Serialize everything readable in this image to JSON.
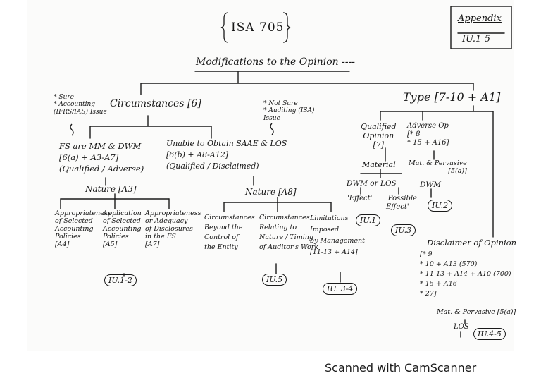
{
  "title": "ISA 705",
  "appendix": {
    "label": "Appendix",
    "ref": "IU.1-5"
  },
  "heading": "Modifications to the Opinion ----",
  "circumstances": {
    "label": "Circumstances [6]",
    "note_left": "* Sure\n* Accounting\n(IFRS/IAS) Issue",
    "note_right": "* Not Sure\n* Auditing (ISA)\nIssue",
    "branch_left": {
      "text": "FS are MM & DWM\n[6(a) + A3-A7]\n(Qualified / Adverse)",
      "nature": "Nature [A3]",
      "items": [
        {
          "text": "Appropriateness\nof Selected\nAccounting\nPolicies\n[A4]"
        },
        {
          "text": "Application\nof Selected\nAccounting\nPolicies\n[A5]"
        },
        {
          "text": "Appropriateness\nor Adequacy\nof Disclosures\nin the FS\n[A7]"
        }
      ],
      "tag": "IU.1-2"
    },
    "branch_right": {
      "text": "Unable to Obtain SAAE & LOS\n[6(b) + A8-A12]\n(Qualified / Disclaimed)",
      "nature": "Nature [A8]",
      "items": [
        {
          "text": "Circumstances\nBeyond the\nControl of\nthe Entity"
        },
        {
          "text": "Circumstances\nRelating to\nNature / Timing\nof Auditor's Work"
        },
        {
          "text": "Limitations\nImposed\nby Management\n[11-13 + A14]"
        }
      ],
      "tag_mid": "IU.5",
      "tag_right": "IU. 3-4"
    }
  },
  "type": {
    "label": "Type [7-10 + A1]",
    "qualified": "Qualified\nOpinion\n[7]",
    "adverse": "Adverse Op\n[* 8\n* 15 + A16]",
    "material": "Material",
    "pervasive_top": "Mat. & Pervasive\n[5(a)]",
    "dwm_los": "DWM or LOS",
    "dwm": "DWM",
    "effect": "'Effect'",
    "possible_effect": "'Possible\nEffect'",
    "tag_iu1": "IU.1",
    "tag_iu3": "IU.3",
    "tag_iu2": "IU.2",
    "disclaimer": "Disclaimer of Opinion",
    "disclaimer_items": "[* 9\n* 10 + A13 (570)\n* 11-13 + A14 + A10 (700)\n* 15 + A16\n* 27]",
    "disclaimer_pervasive": "Mat. & Pervasive [5(a)]",
    "los": "LOS",
    "tag_iu45": "IU.4-5"
  },
  "footer": "Scanned with CamScanner"
}
